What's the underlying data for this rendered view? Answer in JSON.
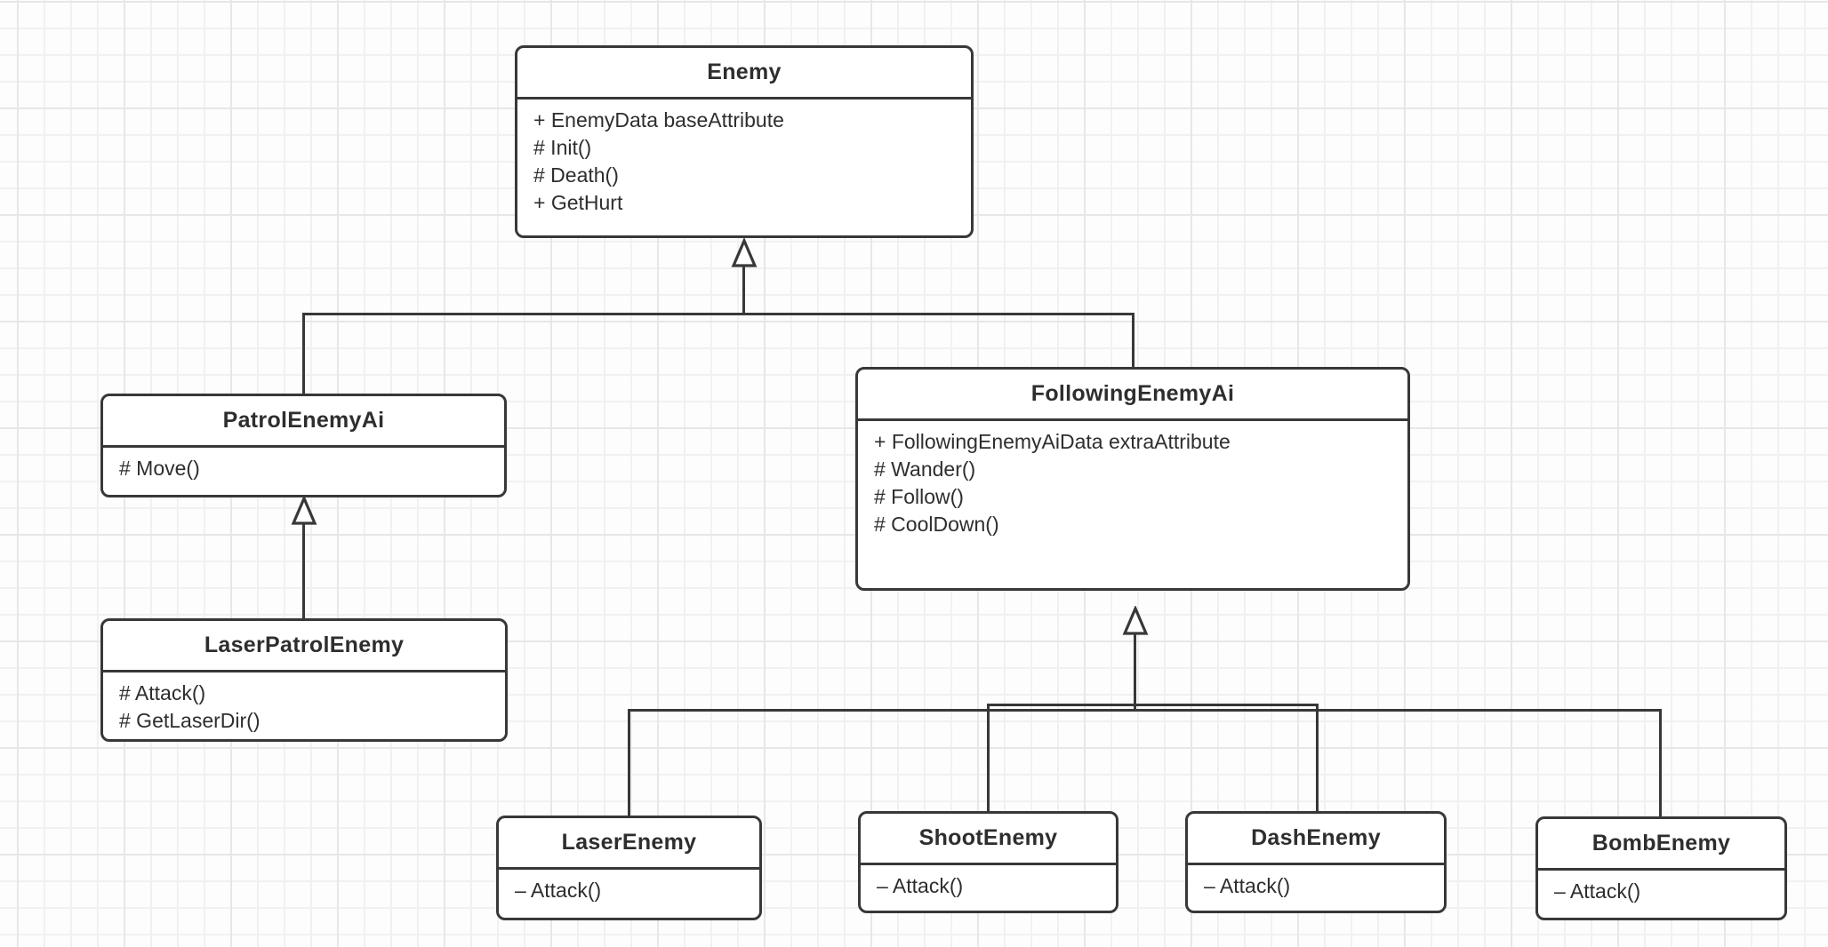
{
  "canvas": {
    "background_color": "#fdfdfd",
    "grid_color": "#ededed",
    "stroke_color": "#383838",
    "text_color": "#2e2e2e",
    "box_fill": "#ffffff"
  },
  "diagram": {
    "type": "uml-class-diagram",
    "classes": [
      {
        "id": "enemy",
        "name": "Enemy",
        "members": [
          "+ EnemyData baseAttribute",
          "# Init()",
          "# Death()",
          "+ GetHurt"
        ]
      },
      {
        "id": "patrol-enemy-ai",
        "name": "PatrolEnemyAi",
        "members": [
          "# Move()"
        ]
      },
      {
        "id": "following-enemy-ai",
        "name": "FollowingEnemyAi",
        "members": [
          "+ FollowingEnemyAiData extraAttribute",
          "# Wander()",
          "# Follow()",
          "# CoolDown()"
        ]
      },
      {
        "id": "laser-patrol-enemy",
        "name": "LaserPatrolEnemy",
        "members": [
          "# Attack()",
          "# GetLaserDir()"
        ]
      },
      {
        "id": "laser-enemy",
        "name": "LaserEnemy",
        "members": [
          "– Attack()"
        ]
      },
      {
        "id": "shoot-enemy",
        "name": "ShootEnemy",
        "members": [
          "– Attack()"
        ]
      },
      {
        "id": "dash-enemy",
        "name": "DashEnemy",
        "members": [
          "– Attack()"
        ]
      },
      {
        "id": "bomb-enemy",
        "name": "BombEnemy",
        "members": [
          "– Attack()"
        ]
      }
    ],
    "relations": [
      {
        "type": "inheritance",
        "from": "PatrolEnemyAi",
        "to": "Enemy"
      },
      {
        "type": "inheritance",
        "from": "FollowingEnemyAi",
        "to": "Enemy"
      },
      {
        "type": "inheritance",
        "from": "LaserPatrolEnemy",
        "to": "PatrolEnemyAi"
      },
      {
        "type": "inheritance",
        "from": "LaserEnemy",
        "to": "FollowingEnemyAi"
      },
      {
        "type": "inheritance",
        "from": "ShootEnemy",
        "to": "FollowingEnemyAi"
      },
      {
        "type": "inheritance",
        "from": "DashEnemy",
        "to": "FollowingEnemyAi"
      },
      {
        "type": "inheritance",
        "from": "BombEnemy",
        "to": "FollowingEnemyAi"
      }
    ]
  }
}
